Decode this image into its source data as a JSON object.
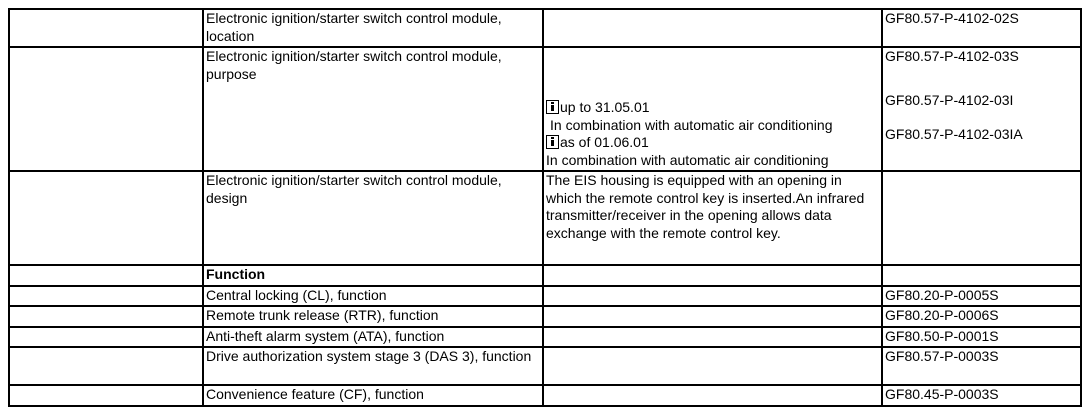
{
  "rows": [
    {
      "title": "Electronic ignition/starter switch control module, location",
      "code": "GF80.57-P-4102-02S"
    },
    {
      "title": "Electronic ignition/starter switch control module, purpose",
      "note1_date": "up to 31.05.01",
      "note1_text": "In combination with automatic air conditioning",
      "note2_date": "as of 01.06.01",
      "note2_text": "In combination with automatic air conditioning",
      "codes": [
        "GF80.57-P-4102-03S",
        "GF80.57-P-4102-03I",
        "GF80.57-P-4102-03IA"
      ]
    },
    {
      "title": "Electronic ignition/starter switch control module, design",
      "description": "The EIS housing is equipped with an opening in which the remote control key is inserted.An infrared transmitter/receiver in the opening allows data exchange with the remote control key."
    },
    {
      "heading": "Function"
    },
    {
      "title": "Central locking (CL), function",
      "code": "GF80.20-P-0005S"
    },
    {
      "title": "Remote trunk release (RTR), function",
      "code": "GF80.20-P-0006S"
    },
    {
      "title": "Anti-theft alarm system (ATA), function",
      "code": "GF80.50-P-0001S"
    },
    {
      "title": "Drive authorization system stage 3 (DAS 3), function",
      "code": "GF80.57-P-0003S"
    },
    {
      "title": "Convenience feature (CF), function",
      "code": "GF80.45-P-0003S"
    }
  ],
  "icons": {
    "note": "info-icon"
  }
}
